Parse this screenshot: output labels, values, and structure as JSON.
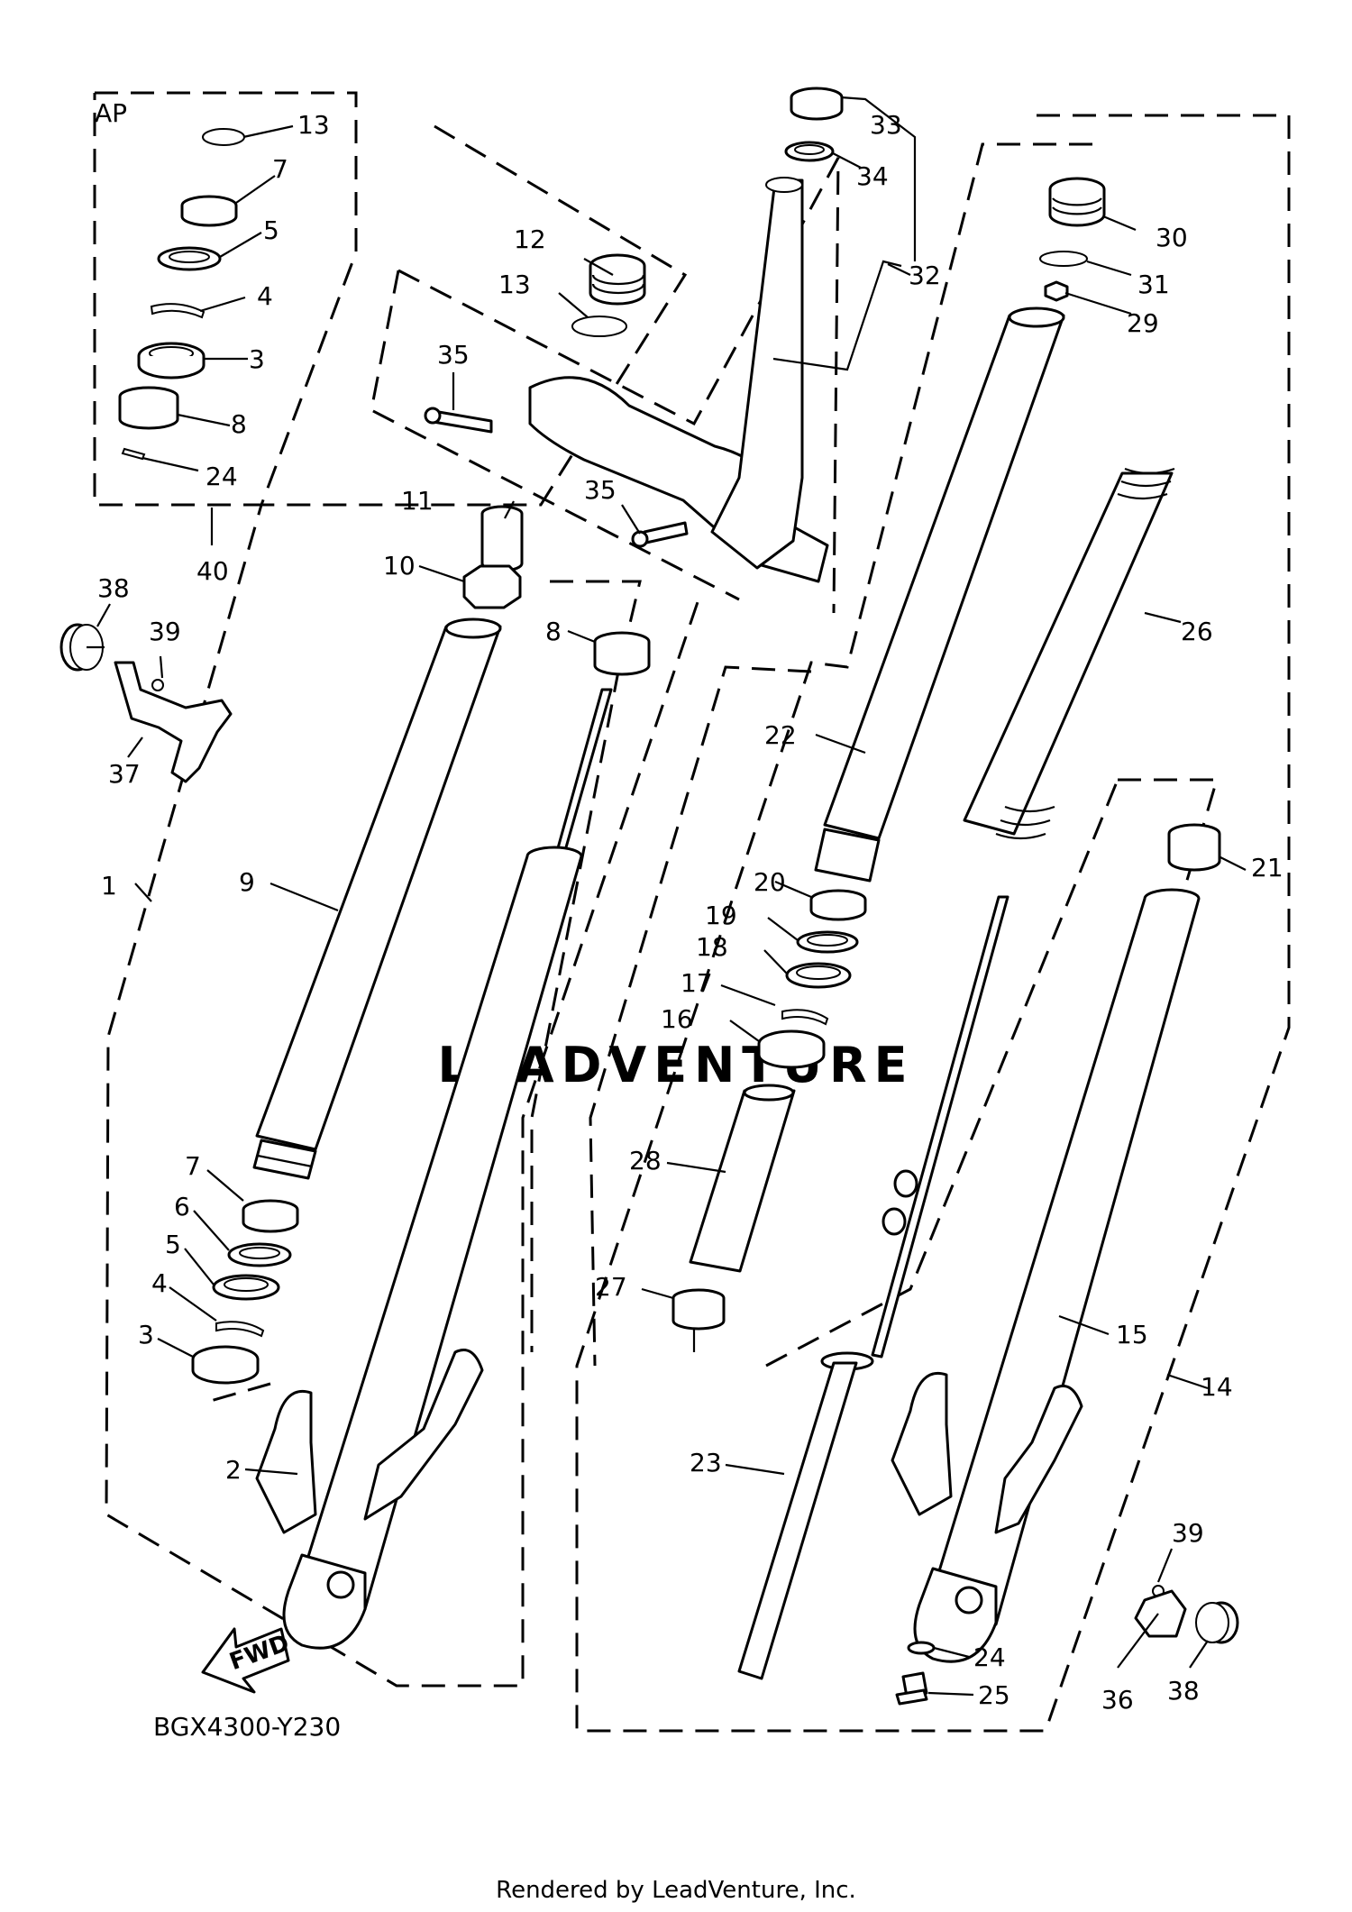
{
  "diagram": {
    "group_label": "AP",
    "diagram_code": "BGX4300-Y230",
    "fwd_label": "FWD",
    "watermark": "LEADVENTURE",
    "footer": "Rendered by LeadVenture, Inc.",
    "callouts": {
      "c13a": "13",
      "c7a": "7",
      "c5a": "5",
      "c4a": "4",
      "c3a": "3",
      "c8a": "8",
      "c24a": "24",
      "c40": "40",
      "c12": "12",
      "c13b": "13",
      "c35a": "35",
      "c35b": "35",
      "c11": "11",
      "c10": "10",
      "c33": "33",
      "c34": "34",
      "c32": "32",
      "c30": "30",
      "c31": "31",
      "c29": "29",
      "c38a": "38",
      "c39a": "39",
      "c37": "37",
      "c8b": "8",
      "c26": "26",
      "c22": "22",
      "c1": "1",
      "c9": "9",
      "c20": "20",
      "c19": "19",
      "c18": "18",
      "c17": "17",
      "c16": "16",
      "c21": "21",
      "c28": "28",
      "c27": "27",
      "c7b": "7",
      "c6": "6",
      "c5b": "5",
      "c4b": "4",
      "c3b": "3",
      "c15": "15",
      "c14": "14",
      "c2": "2",
      "c23": "23",
      "c39b": "39",
      "c24b": "24",
      "c25": "25",
      "c36": "36",
      "c38b": "38"
    }
  }
}
